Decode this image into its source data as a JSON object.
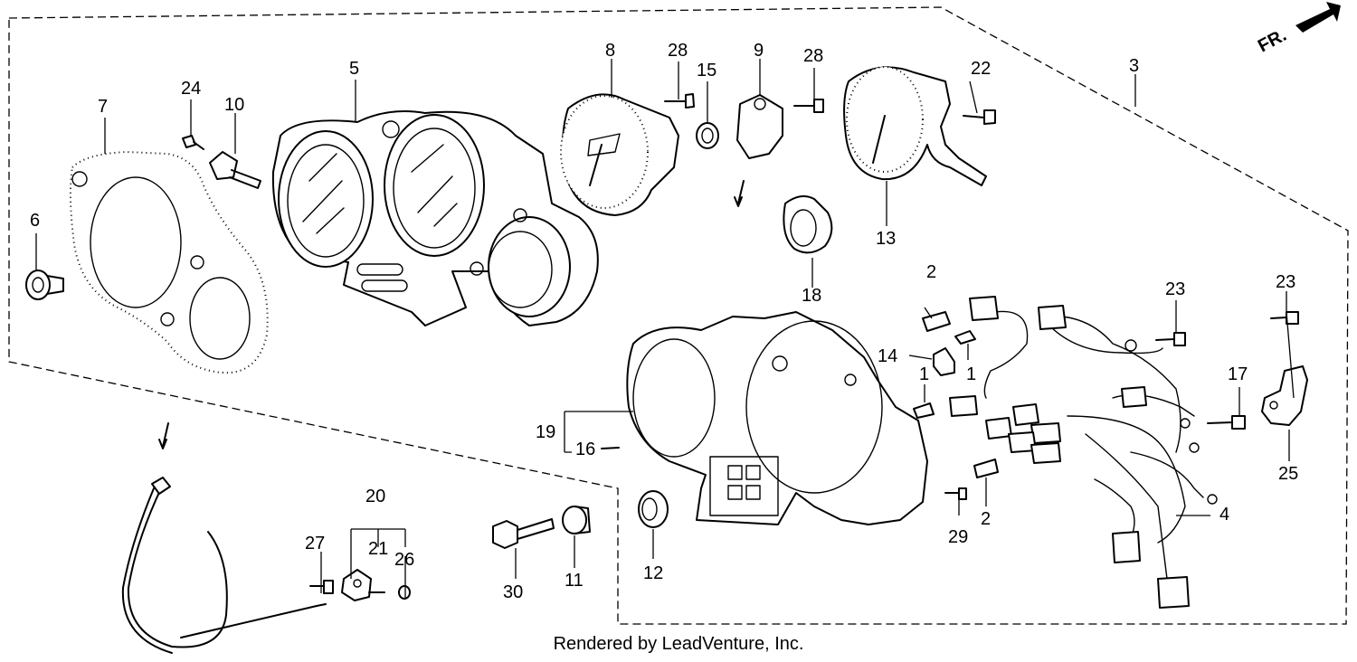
{
  "footer": {
    "text": "Rendered by LeadVenture, Inc."
  },
  "direction_marker": {
    "label": "FR."
  },
  "callouts": [
    {
      "id": "c1a",
      "label": "1"
    },
    {
      "id": "c1b",
      "label": "1"
    },
    {
      "id": "c2a",
      "label": "2"
    },
    {
      "id": "c2b",
      "label": "2"
    },
    {
      "id": "c3",
      "label": "3"
    },
    {
      "id": "c4",
      "label": "4"
    },
    {
      "id": "c5",
      "label": "5"
    },
    {
      "id": "c6",
      "label": "6"
    },
    {
      "id": "c7",
      "label": "7"
    },
    {
      "id": "c8",
      "label": "8"
    },
    {
      "id": "c9",
      "label": "9"
    },
    {
      "id": "c10",
      "label": "10"
    },
    {
      "id": "c11",
      "label": "11"
    },
    {
      "id": "c12",
      "label": "12"
    },
    {
      "id": "c13",
      "label": "13"
    },
    {
      "id": "c14",
      "label": "14"
    },
    {
      "id": "c15",
      "label": "15"
    },
    {
      "id": "c16",
      "label": "16"
    },
    {
      "id": "c17",
      "label": "17"
    },
    {
      "id": "c18",
      "label": "18"
    },
    {
      "id": "c19",
      "label": "19"
    },
    {
      "id": "c20",
      "label": "20"
    },
    {
      "id": "c21",
      "label": "21"
    },
    {
      "id": "c22",
      "label": "22"
    },
    {
      "id": "c23a",
      "label": "23"
    },
    {
      "id": "c23b",
      "label": "23"
    },
    {
      "id": "c24",
      "label": "24"
    },
    {
      "id": "c25",
      "label": "25"
    },
    {
      "id": "c26",
      "label": "26"
    },
    {
      "id": "c27",
      "label": "27"
    },
    {
      "id": "c28a",
      "label": "28"
    },
    {
      "id": "c28b",
      "label": "28"
    },
    {
      "id": "c29",
      "label": "29"
    },
    {
      "id": "c30",
      "label": "30"
    }
  ]
}
